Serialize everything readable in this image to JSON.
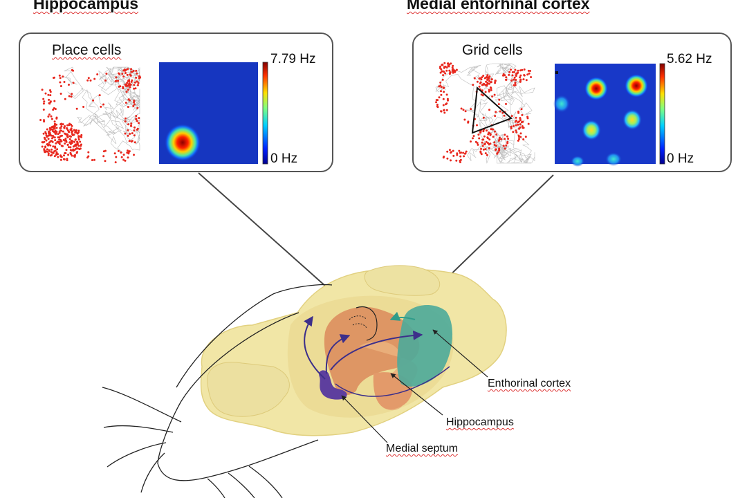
{
  "headings": {
    "left": "Hippocampus",
    "right": "Medial entorhinal cortex"
  },
  "panels": {
    "left": {
      "title": "Place cells",
      "scale_max": "7.79 Hz",
      "scale_min": "0 Hz"
    },
    "right": {
      "title": "Grid cells",
      "scale_max": "5.62 Hz",
      "scale_min": "0 Hz"
    }
  },
  "brain_labels": {
    "entorhinal": "Enthorinal cortex",
    "hippocampus": "Hippocampus",
    "septum": "Medial septum"
  },
  "colors": {
    "spike": "#e8281e",
    "trajectory": "#bdbdbd",
    "brain": "#f1e6a6",
    "brain_inner": "#e9d585",
    "hippocampus": "#dc8a5c",
    "entorhinal": "#4daa9a",
    "septum": "#5e3f9e",
    "arrow": "#3d2f8a"
  }
}
